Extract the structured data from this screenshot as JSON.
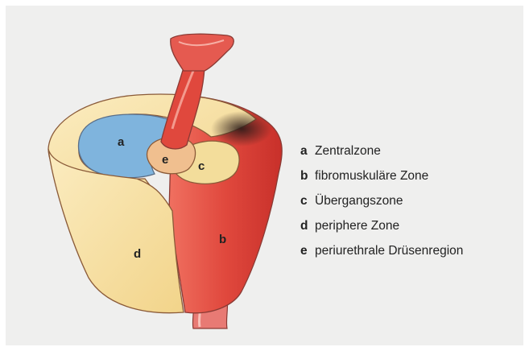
{
  "regions": {
    "a": {
      "label": "a",
      "color": "#7fb4dd"
    },
    "b": {
      "label": "b",
      "color": "#e0483d"
    },
    "c": {
      "label": "c",
      "color": "#f3dd9b"
    },
    "d": {
      "label": "d",
      "color": "#f7e1a3"
    },
    "e": {
      "label": "e",
      "color": "#f0bf8f"
    }
  },
  "legend": [
    {
      "letter": "a",
      "text": "Zentralzone"
    },
    {
      "letter": "b",
      "text": "fibromuskuläre Zone"
    },
    {
      "letter": "c",
      "text": "Übergangszone"
    },
    {
      "letter": "d",
      "text": "periphere Zone"
    },
    {
      "letter": "e",
      "text": "periurethrale Drüsenregion"
    }
  ]
}
